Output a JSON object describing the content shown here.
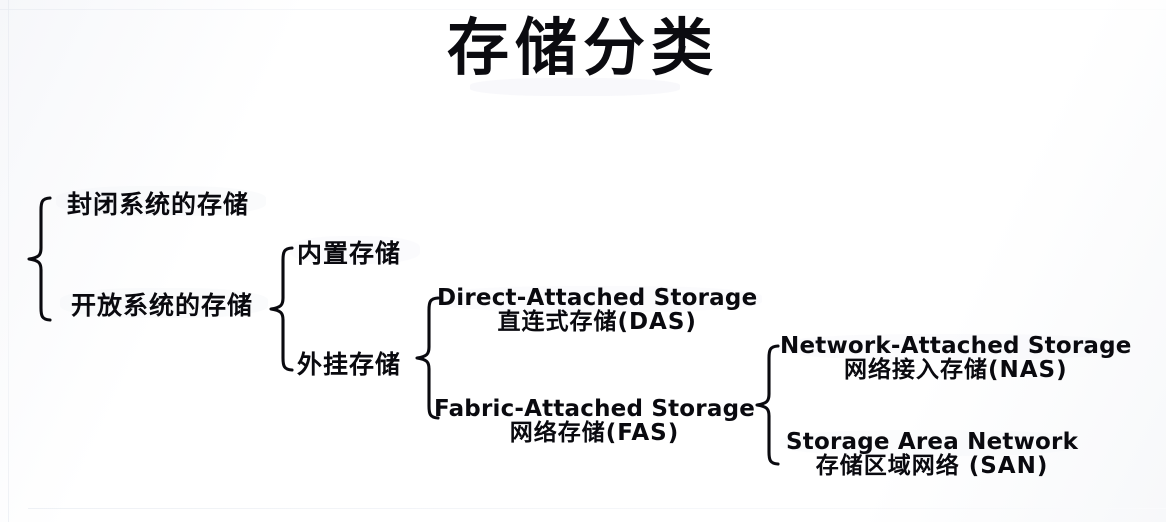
{
  "document": {
    "title": "存储分类",
    "type": "tree-diagram",
    "background_color": "#ffffff",
    "text_color": "#0a0a0f"
  },
  "tree": {
    "root_label": "存储分类",
    "levels": [
      {
        "level": 1,
        "nodes": [
          {
            "id": "closed-system-storage",
            "cn": "封闭系统的存储",
            "en": ""
          },
          {
            "id": "open-system-storage",
            "cn": "开放系统的存储",
            "en": ""
          }
        ]
      },
      {
        "level": 2,
        "parent": "open-system-storage",
        "nodes": [
          {
            "id": "internal-storage",
            "cn": "内置存储",
            "en": ""
          },
          {
            "id": "external-storage",
            "cn": "外挂存储",
            "en": ""
          }
        ]
      },
      {
        "level": 3,
        "parent": "external-storage",
        "nodes": [
          {
            "id": "das",
            "en": "Direct-Attached Storage",
            "cn": "直连式存储(DAS)"
          },
          {
            "id": "fas",
            "en": "Fabric-Attached Storage",
            "cn": "网络存储(FAS)"
          }
        ]
      },
      {
        "level": 4,
        "parent": "fas",
        "nodes": [
          {
            "id": "nas",
            "en": "Network-Attached Storage",
            "cn": "网络接入存储(NAS)"
          },
          {
            "id": "san",
            "en": "Storage Area Network",
            "cn": "存储区域网络 (SAN)"
          }
        ]
      }
    ]
  },
  "nodes": {
    "closed_system": {
      "cn": "封闭系统的存储"
    },
    "open_system": {
      "cn": "开放系统的存储"
    },
    "internal": {
      "cn": "内置存储"
    },
    "external": {
      "cn": "外挂存储"
    },
    "das": {
      "en": "Direct-Attached Storage",
      "cn": "直连式存储(DAS)"
    },
    "fas": {
      "en": "Fabric-Attached Storage",
      "cn": "网络存储(FAS)"
    },
    "nas": {
      "en": "Network-Attached Storage",
      "cn": "网络接入存储(NAS)"
    },
    "san": {
      "en": "Storage Area Network",
      "cn": "存储区域网络 (SAN)"
    }
  },
  "braces": [
    {
      "id": "brace-root",
      "groups": [
        "closed_system",
        "open_system"
      ]
    },
    {
      "id": "brace-open-system",
      "groups": [
        "internal",
        "external"
      ]
    },
    {
      "id": "brace-external",
      "groups": [
        "das",
        "fas"
      ]
    },
    {
      "id": "brace-fas",
      "groups": [
        "nas",
        "san"
      ]
    }
  ]
}
